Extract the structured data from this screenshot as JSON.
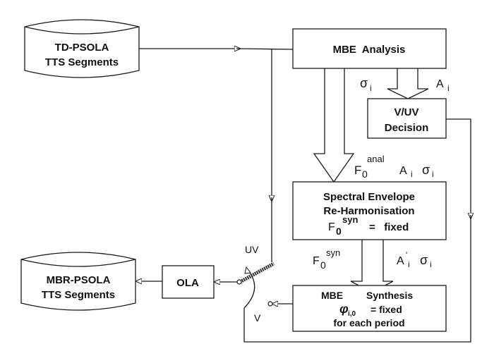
{
  "diagram": {
    "nodes": {
      "td_psola": {
        "line1": "TD-PSOLA",
        "line2": "TTS Segments"
      },
      "mbe_analysis": {
        "label": "MBE  Analysis"
      },
      "vuv_decision": {
        "line1": "V/UV",
        "line2": "Decision"
      },
      "spectral": {
        "line1": "Spectral Envelope",
        "line2": "Re-Harmonisation",
        "f0_base": "F",
        "f0_sub": "0",
        "f0_sup": "syn",
        "equals_fixed": "=   fixed"
      },
      "mbe_synthesis": {
        "line1a": "MBE",
        "line1b": "Synthesis",
        "phi": "φ",
        "phi_sub": "i,0",
        "equals_fixed": "= fixed",
        "line3": "for each period"
      },
      "ola": {
        "label": "OLA"
      },
      "mbr_psola": {
        "line1": "MBR-PSOLA",
        "line2": "TTS Segments"
      }
    },
    "edge_labels": {
      "sigma_i_top": {
        "base": "σ",
        "sub": "i"
      },
      "a_i_top": {
        "base": "A",
        "sub": "i"
      },
      "f0_anal": {
        "base": "F",
        "sub": "0",
        "sup": "anal"
      },
      "a_i_mid": {
        "base": "A",
        "sub": "i"
      },
      "sigma_i_mid": {
        "base": "σ",
        "sub": "i"
      },
      "f0_syn": {
        "base": "F",
        "sub": "0",
        "sup": "syn"
      },
      "a_prime_i": {
        "base": "A",
        "sup": "'",
        "sub": "i"
      },
      "sigma_i_low": {
        "base": "σ",
        "sub": "i"
      },
      "switch_uv": "UV",
      "switch_v": "V"
    }
  }
}
